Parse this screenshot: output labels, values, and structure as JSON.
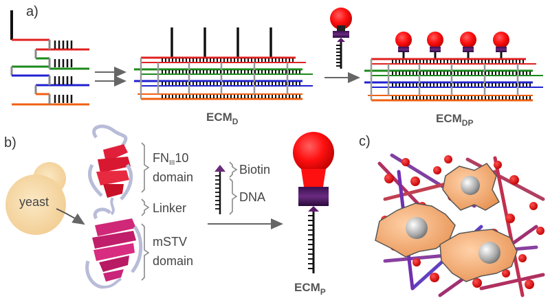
{
  "panels": {
    "a": "a)",
    "b": "b)",
    "c": "c)"
  },
  "panel_a": {
    "ecm_d": {
      "main": "ECM",
      "sub": "D"
    },
    "ecm_dp": {
      "main": "ECM",
      "sub": "DP"
    }
  },
  "panel_b": {
    "yeast": "yeast",
    "fn_domain": {
      "prefix": "FN",
      "sub": "III",
      "suffix": "10",
      "line2": "domain"
    },
    "linker": "Linker",
    "mstv_domain": {
      "line1": "mSTV",
      "line2": "domain"
    },
    "biotin": "Biotin",
    "dna": "DNA",
    "ecm_p": {
      "main": "ECM",
      "sub": "P"
    }
  },
  "colors": {
    "strand_1": "#e02020",
    "strand_2": "#1a8a1a",
    "strand_3": "#2020d0",
    "strand_4": "#f06010",
    "protein_red": "#ff1010",
    "protein_purple": "#5a1a6a",
    "protein_ribbon": "#d8204a",
    "protein_ribbon_2": "#c8207a",
    "cell_orange": "#f0a060",
    "yeast": "#f5d9a6"
  }
}
